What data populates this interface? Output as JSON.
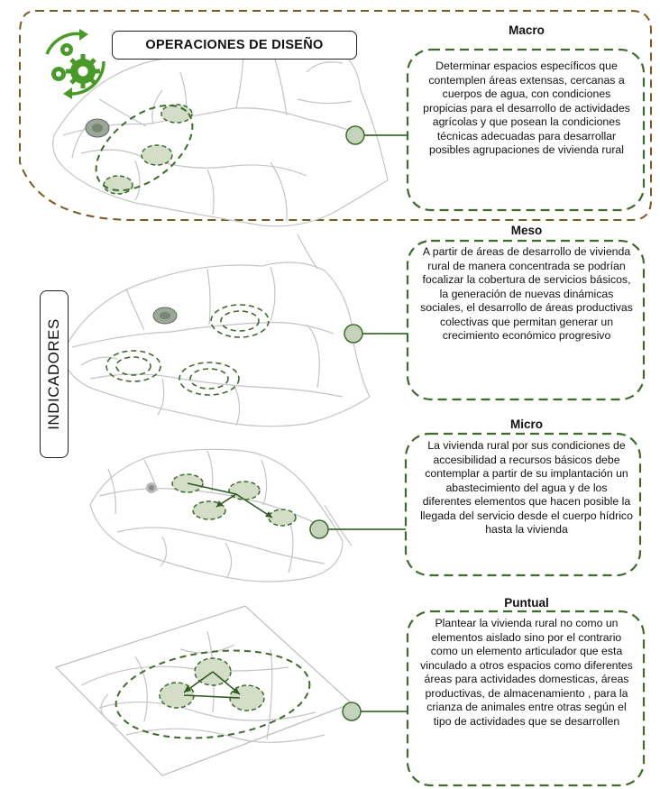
{
  "title": "OPERACIONES DE DISEÑO",
  "side_label": "INDICADORES",
  "icon": "gears-recycle-icon",
  "colors": {
    "accent_green": "#4a7a38",
    "dashed_green": "#3f6a2e",
    "frame_brown": "#7a5a22",
    "map_line": "#c4c4c4"
  },
  "levels": [
    {
      "name": "Macro",
      "description": "Determinar espacios específicos que contemplen áreas extensas, cercanas a cuerpos de agua, con condiciones propicias para el desarrollo de  actividades agrícolas y que posean la condiciones técnicas adecuadas para desarrollar posibles agrupaciones de vivienda rural"
    },
    {
      "name": "Meso",
      "description": "A partir de áreas de desarrollo de vivienda rural de manera concentrada se podrían focalizar la cobertura de  servicios básicos, la generación de nuevas dinámicas sociales, el desarrollo de áreas productivas colectivas que permitan generar un crecimiento  económico progresivo"
    },
    {
      "name": "Micro",
      "description": "La vivienda rural por sus condiciones de accesibilidad a recursos básicos debe contemplar a partir de su implantación un abastecimiento del agua y de los diferentes elementos que hacen posible la llegada del servicio desde el cuerpo hídrico hasta la vivienda"
    },
    {
      "name": "Puntual",
      "description": "Plantear la vivienda rural no como un elementos aislado sino por el contrario como un elemento articulador que esta vinculado a otros espacios como diferentes áreas para actividades domesticas, áreas productivas, de almacenamiento , para la crianza de animales entre otras según el tipo de actividades que se desarrollen"
    }
  ]
}
